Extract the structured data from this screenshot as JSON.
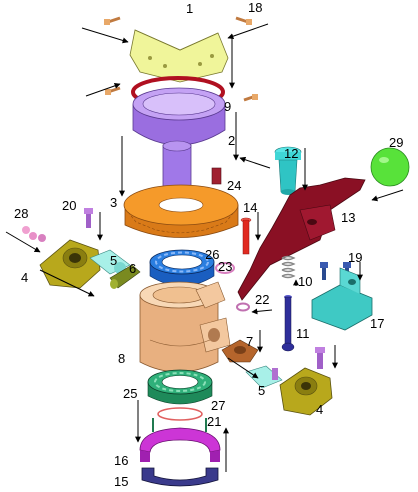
{
  "labels": {
    "p1": "1",
    "p18": "18",
    "p9": "9",
    "p2": "2",
    "p12": "12",
    "p29": "29",
    "p24": "24",
    "p3": "3",
    "p20": "20",
    "p28": "28",
    "p14": "14",
    "p13": "13",
    "p6": "6",
    "p4a": "4",
    "p5a": "5",
    "p26": "26",
    "p23": "23",
    "p10": "10",
    "p19": "19",
    "p22": "22",
    "p17": "17",
    "p11": "11",
    "p7": "7",
    "p8": "8",
    "p5b": "5",
    "p4b": "4",
    "p25": "25",
    "p27": "27",
    "p21": "21",
    "p16": "16",
    "p15": "15"
  },
  "colors": {
    "cap_yellow": "#f0f59a",
    "violet": "#b48af0",
    "red_ring": "#b01020",
    "orange_gear": "#f59a2a",
    "cyan": "#3fd6d6",
    "green_ball": "#58e23a",
    "maroon_arm": "#8a1024",
    "blue_bearing": "#2a7ee0",
    "tan_housing": "#f3c89f",
    "olive_block": "#b8a81c",
    "teal_base": "#3fc9c4",
    "navy_rod": "#2e2e9a",
    "brown": "#b5652c",
    "green_bearing": "#2fb07a",
    "magenta": "#cc35d6",
    "indigo": "#3a3a8c",
    "bolt": "#e8a868",
    "purple_pin": "#b070d0"
  }
}
